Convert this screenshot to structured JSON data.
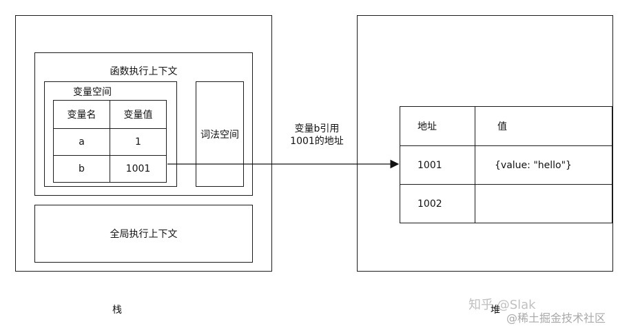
{
  "stack": {
    "title": "栈",
    "function_context": {
      "title": "函数执行上下文",
      "variable_space": {
        "title": "变量空间",
        "headers": [
          "变量名",
          "变量值"
        ],
        "rows": [
          {
            "name": "a",
            "value": "1"
          },
          {
            "name": "b",
            "value": "1001"
          }
        ]
      },
      "lexical_space": "词法空间"
    },
    "global_context": "全局执行上下文"
  },
  "arrow_label": {
    "line1": "变量b引用",
    "line2": "1001的地址"
  },
  "heap": {
    "title": "堆",
    "headers": [
      "地址",
      "值"
    ],
    "rows": [
      {
        "address": "1001",
        "value": "{value: \"hello\"}"
      },
      {
        "address": "1002",
        "value": ""
      }
    ]
  },
  "watermark": {
    "line1": "@稀土掘金技术社区",
    "line2": "知乎 @Slak"
  }
}
